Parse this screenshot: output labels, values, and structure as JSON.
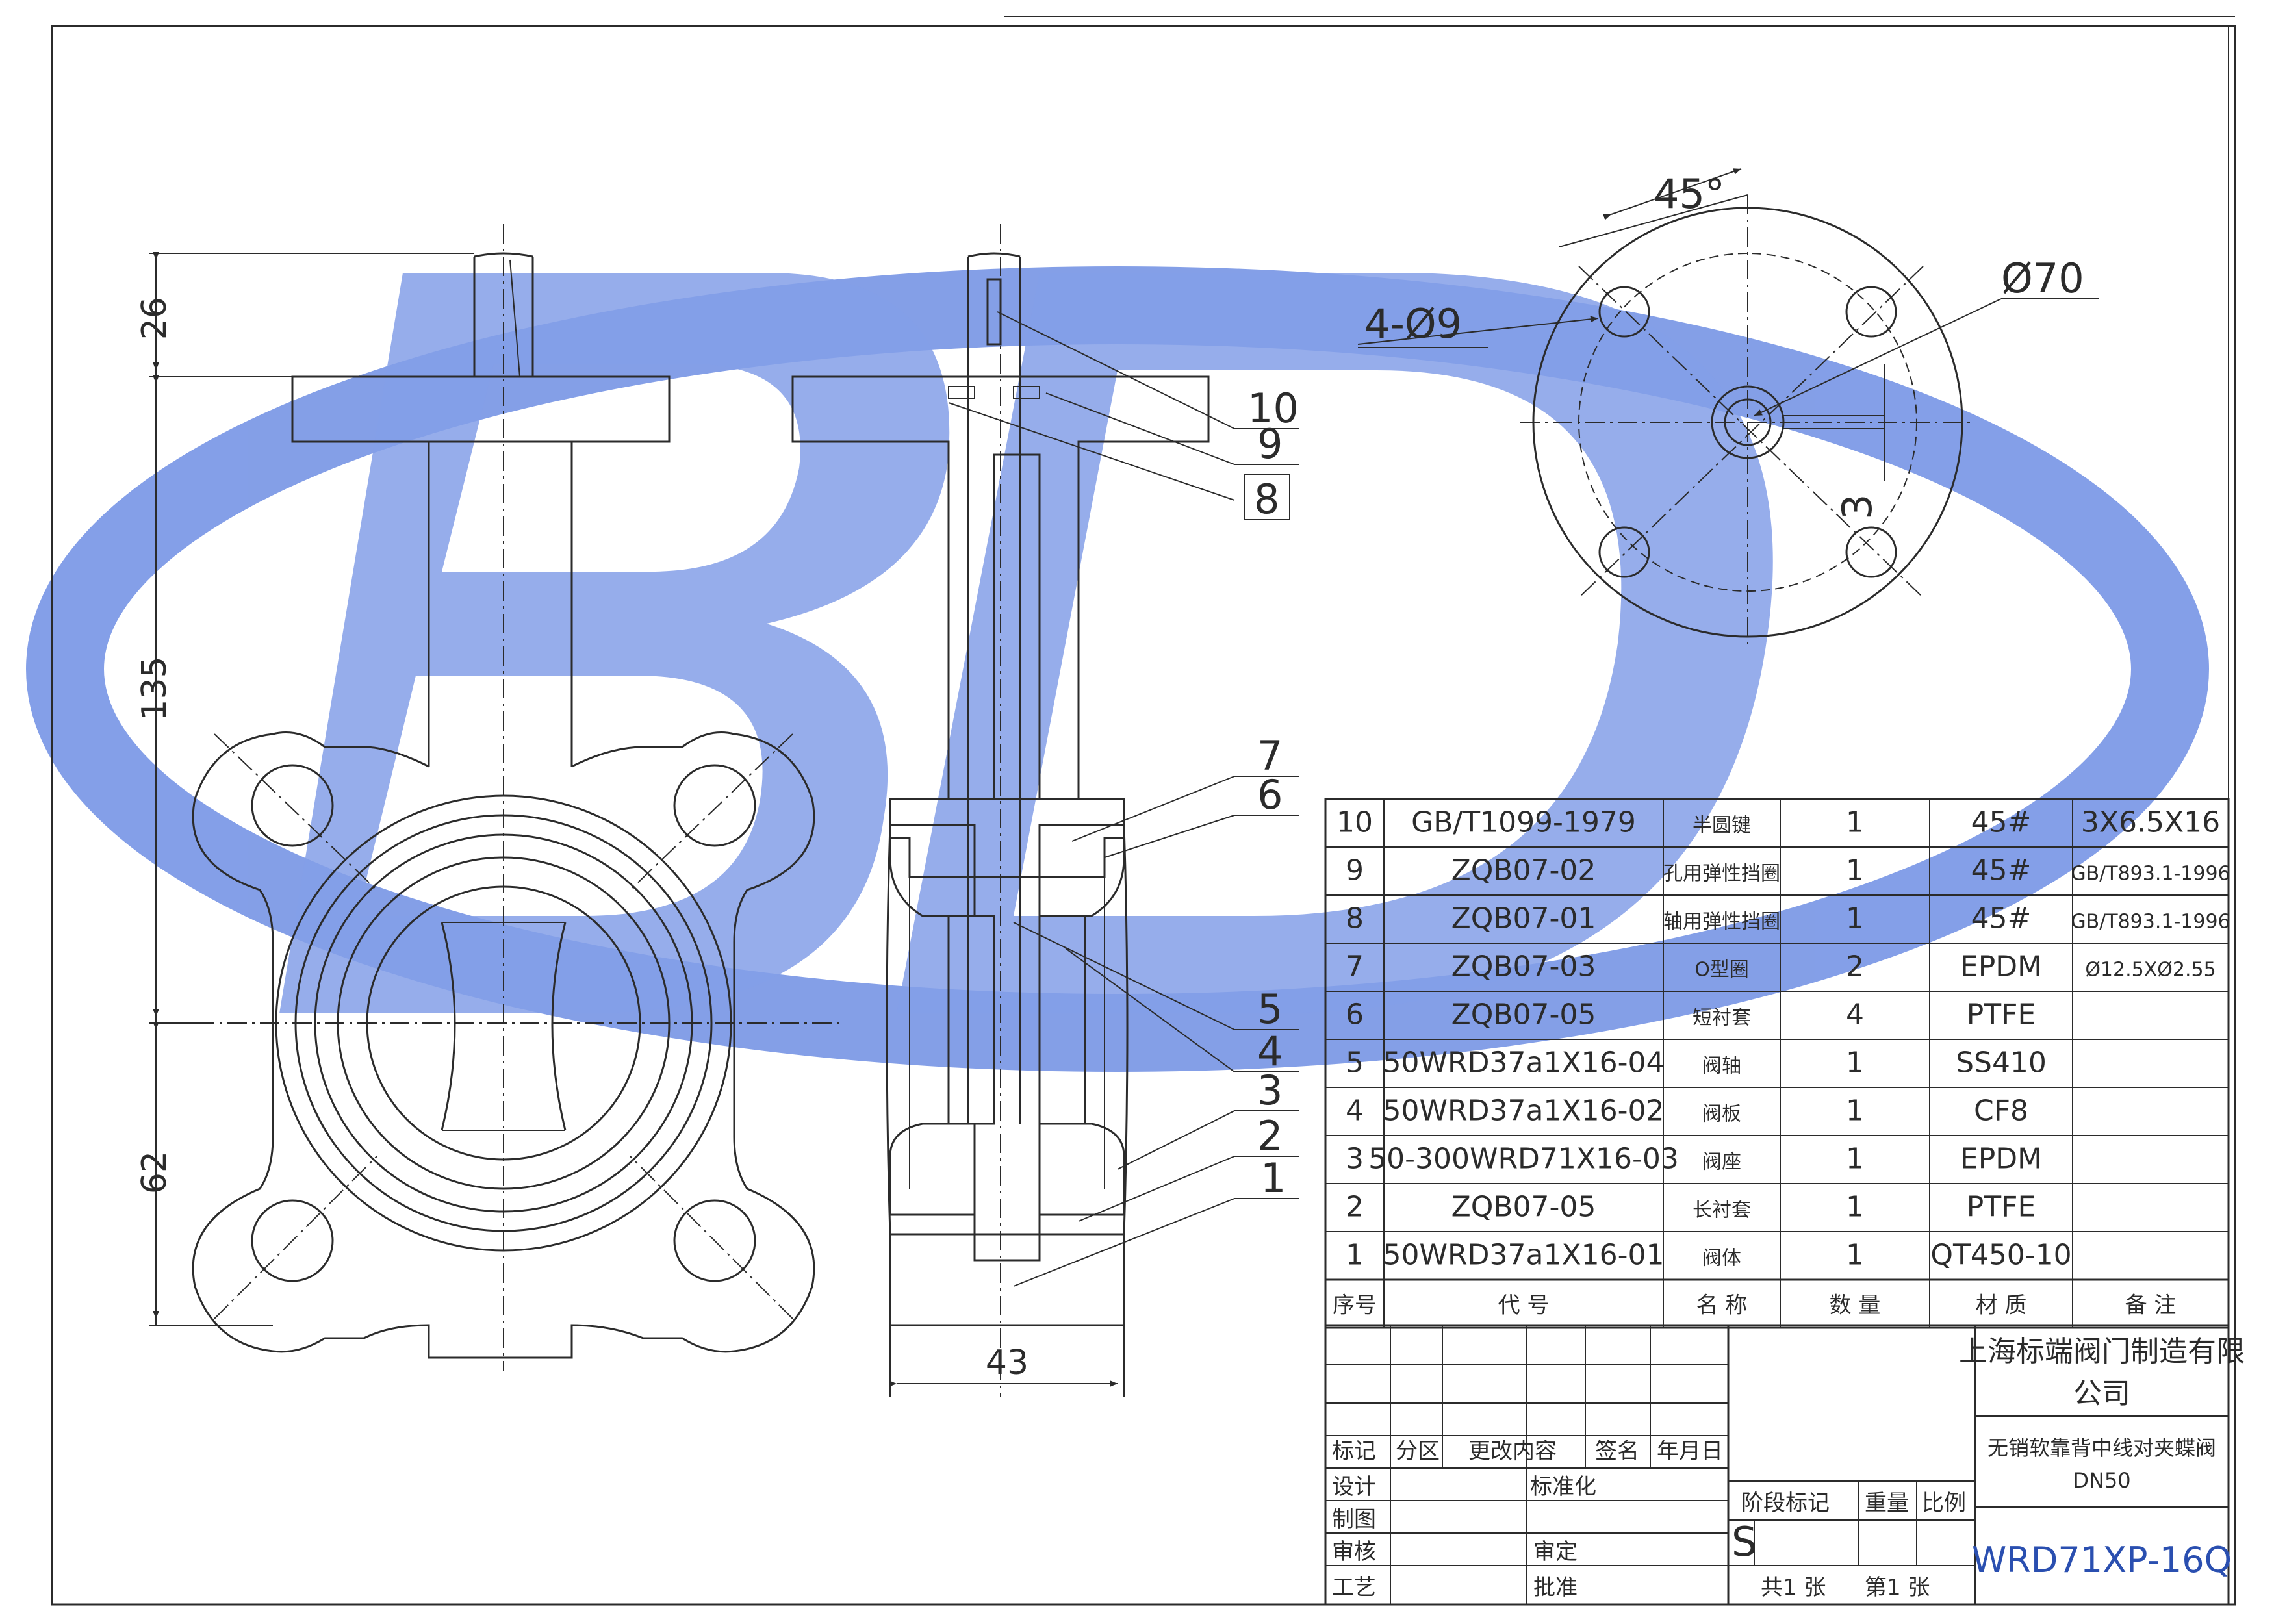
{
  "colors": {
    "ink": "#2b2b2b",
    "watermark": "#5b7fe0",
    "paper": "#ffffff"
  },
  "dimensions": {
    "stem_top": "26",
    "body_height": "135",
    "bottom": "62",
    "face_width": "43",
    "angle": "45°",
    "bolt_holes": "4-Ø9",
    "pcd": "Ø70",
    "key": "3"
  },
  "callouts": [
    "10",
    "9",
    "8",
    "7",
    "6",
    "5",
    "4",
    "3",
    "2",
    "1"
  ],
  "bom": {
    "rows": [
      {
        "no": "10",
        "code": "GB/T1099-1979",
        "name": "半圆键",
        "qty": "1",
        "material": "45#",
        "remark": "3X6.5X16"
      },
      {
        "no": "9",
        "code": "ZQB07-02",
        "name": "孔用弹性挡圈",
        "qty": "1",
        "material": "45#",
        "remark": "GB/T893.1-1996"
      },
      {
        "no": "8",
        "code": "ZQB07-01",
        "name": "轴用弹性挡圈",
        "qty": "1",
        "material": "45#",
        "remark": "GB/T893.1-1996"
      },
      {
        "no": "7",
        "code": "ZQB07-03",
        "name": "O型圈",
        "qty": "2",
        "material": "EPDM",
        "remark": "Ø12.5XØ2.55"
      },
      {
        "no": "6",
        "code": "ZQB07-05",
        "name": "短衬套",
        "qty": "4",
        "material": "PTFE",
        "remark": ""
      },
      {
        "no": "5",
        "code": "50WRD37a1X16-04",
        "name": "阀轴",
        "qty": "1",
        "material": "SS410",
        "remark": ""
      },
      {
        "no": "4",
        "code": "50WRD37a1X16-02",
        "name": "阀板",
        "qty": "1",
        "material": "CF8",
        "remark": ""
      },
      {
        "no": "3",
        "code": "50-300WRD71X16-03",
        "name": "阀座",
        "qty": "1",
        "material": "EPDM",
        "remark": ""
      },
      {
        "no": "2",
        "code": "ZQB07-05",
        "name": "长衬套",
        "qty": "1",
        "material": "PTFE",
        "remark": ""
      },
      {
        "no": "1",
        "code": "50WRD37a1X16-01",
        "name": "阀体",
        "qty": "1",
        "material": "QT450-10",
        "remark": ""
      }
    ],
    "header": {
      "no": "序号",
      "code": "代 号",
      "name": "名 称",
      "qty": "数 量",
      "material": "材 质",
      "remark": "备 注"
    }
  },
  "title_block": {
    "company": "上海标端阀门制造有限公司",
    "company_line1": "上海标端阀门制造有限",
    "company_line2": "公司",
    "product_line1": "无销软靠背中线对夹蝶阀",
    "product_line2": "DN50",
    "drawing_no": "WRD71XP-16Q",
    "labels": {
      "mark": "标记",
      "zone": "分区",
      "change": "更改内容",
      "sign": "签名",
      "date": "年月日",
      "design": "设计",
      "standard": "标准化",
      "draw": "制图",
      "review": "审核",
      "approve_check": "审定",
      "process": "工艺",
      "approve": "批准",
      "stage": "阶段标记",
      "weight": "重量",
      "scale": "比例",
      "stage_value": "S",
      "sheets_total": "共1 张",
      "sheet_no": "第1 张"
    }
  }
}
